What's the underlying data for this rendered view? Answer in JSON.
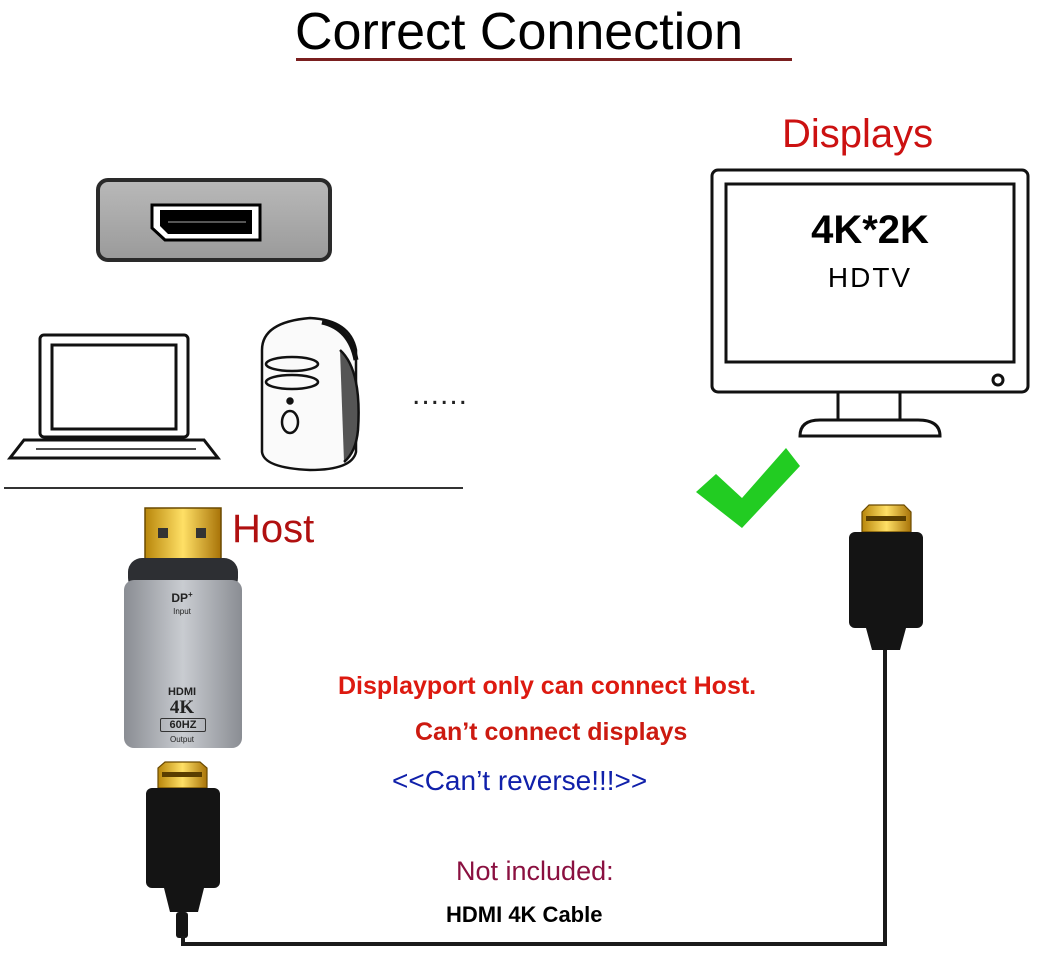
{
  "title": "Correct Connection",
  "labels": {
    "displays": "Displays",
    "host": "Host",
    "dots": "......"
  },
  "monitor": {
    "main": "4K*2K",
    "sub": "HDTV"
  },
  "adapter": {
    "input_label": "DP",
    "input_sup": "+",
    "input_sub": "Input",
    "output_label": "HDMI",
    "output_4k": "4K",
    "output_hz": "60HZ",
    "output_sub": "Output"
  },
  "notes": {
    "line1": "Displayport only can connect Host.",
    "line2": "Can’t connect displays",
    "line3": "<<Can’t reverse!!!>>"
  },
  "cable": {
    "not_included": "Not included:",
    "name": "HDMI 4K Cable"
  },
  "icons": [
    "displayport-port-icon",
    "laptop-icon",
    "desktop-tower-icon",
    "monitor-icon",
    "checkmark-icon",
    "dp-hdmi-adapter-icon",
    "hdmi-plug-icon",
    "hdmi-cable-icon"
  ],
  "colors": {
    "title_underline": "#7a1f1f",
    "label_red": "#cc1111",
    "note_red": "#dd1a10",
    "note_blue": "#1020aa",
    "not_included": "#8a1040",
    "check_green": "#22cc22"
  }
}
